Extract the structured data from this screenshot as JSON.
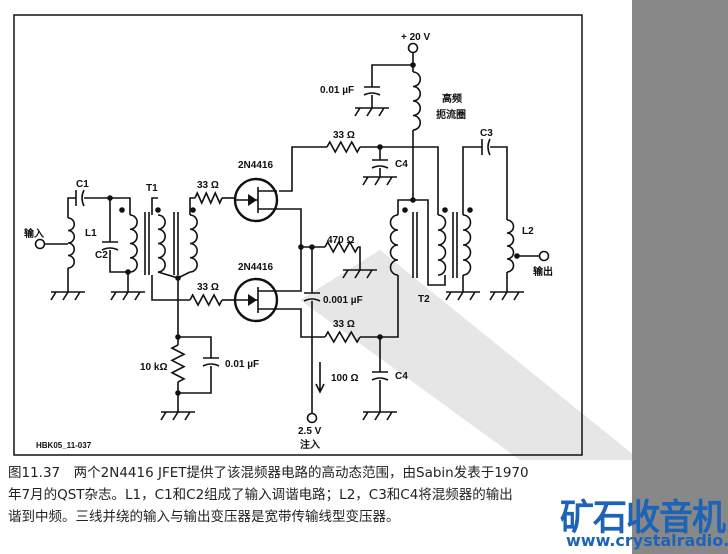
{
  "figure": {
    "supply_label": "+ 20 V",
    "bypass_cap_label": "0.01 µF",
    "choke_label_line1": "高频",
    "choke_label_line2": "扼流圈",
    "r_drain_label": "33 Ω",
    "c4_top_label": "C4",
    "c3_label": "C3",
    "jfet1_label": "2N4416",
    "jfet2_label": "2N4416",
    "r_gate1_label": "33 Ω",
    "r_gate2_label": "33 Ω",
    "c1_label": "C1",
    "l1_label": "L1",
    "c2_label": "C2",
    "t1_label": "T1",
    "input_label": "输入",
    "r470_label": "470 Ω",
    "c001_label": "0.001 µF",
    "r_source_label": "33 Ω",
    "r100_label": "100 Ω",
    "c4_bottom_label": "C4",
    "t2_label": "T2",
    "l2_label": "L2",
    "output_label": "输出",
    "r10k_label": "10 kΩ",
    "c_bias_label": "0.01 µF",
    "lo_voltage_label": "2.5 V",
    "lo_injection_label": "注入",
    "figure_id": "HBK05_11-037"
  },
  "caption": {
    "line1": "图11.37　两个2N4416 JFET提供了该混频器电路的高动态范围，由Sabin发表于1970",
    "line2": "年7月的QST杂志。L1，C1和C2组成了输入调谐电路；L2，C3和C4将混频器的输出",
    "line3": "谐到中频。三线并绕的输入与输出变压器是宽带传输线型变压器。"
  },
  "watermark": {
    "logo_text": "矿石收音机",
    "website": "www.crystalradio.cn",
    "color": "#1d63b8"
  }
}
